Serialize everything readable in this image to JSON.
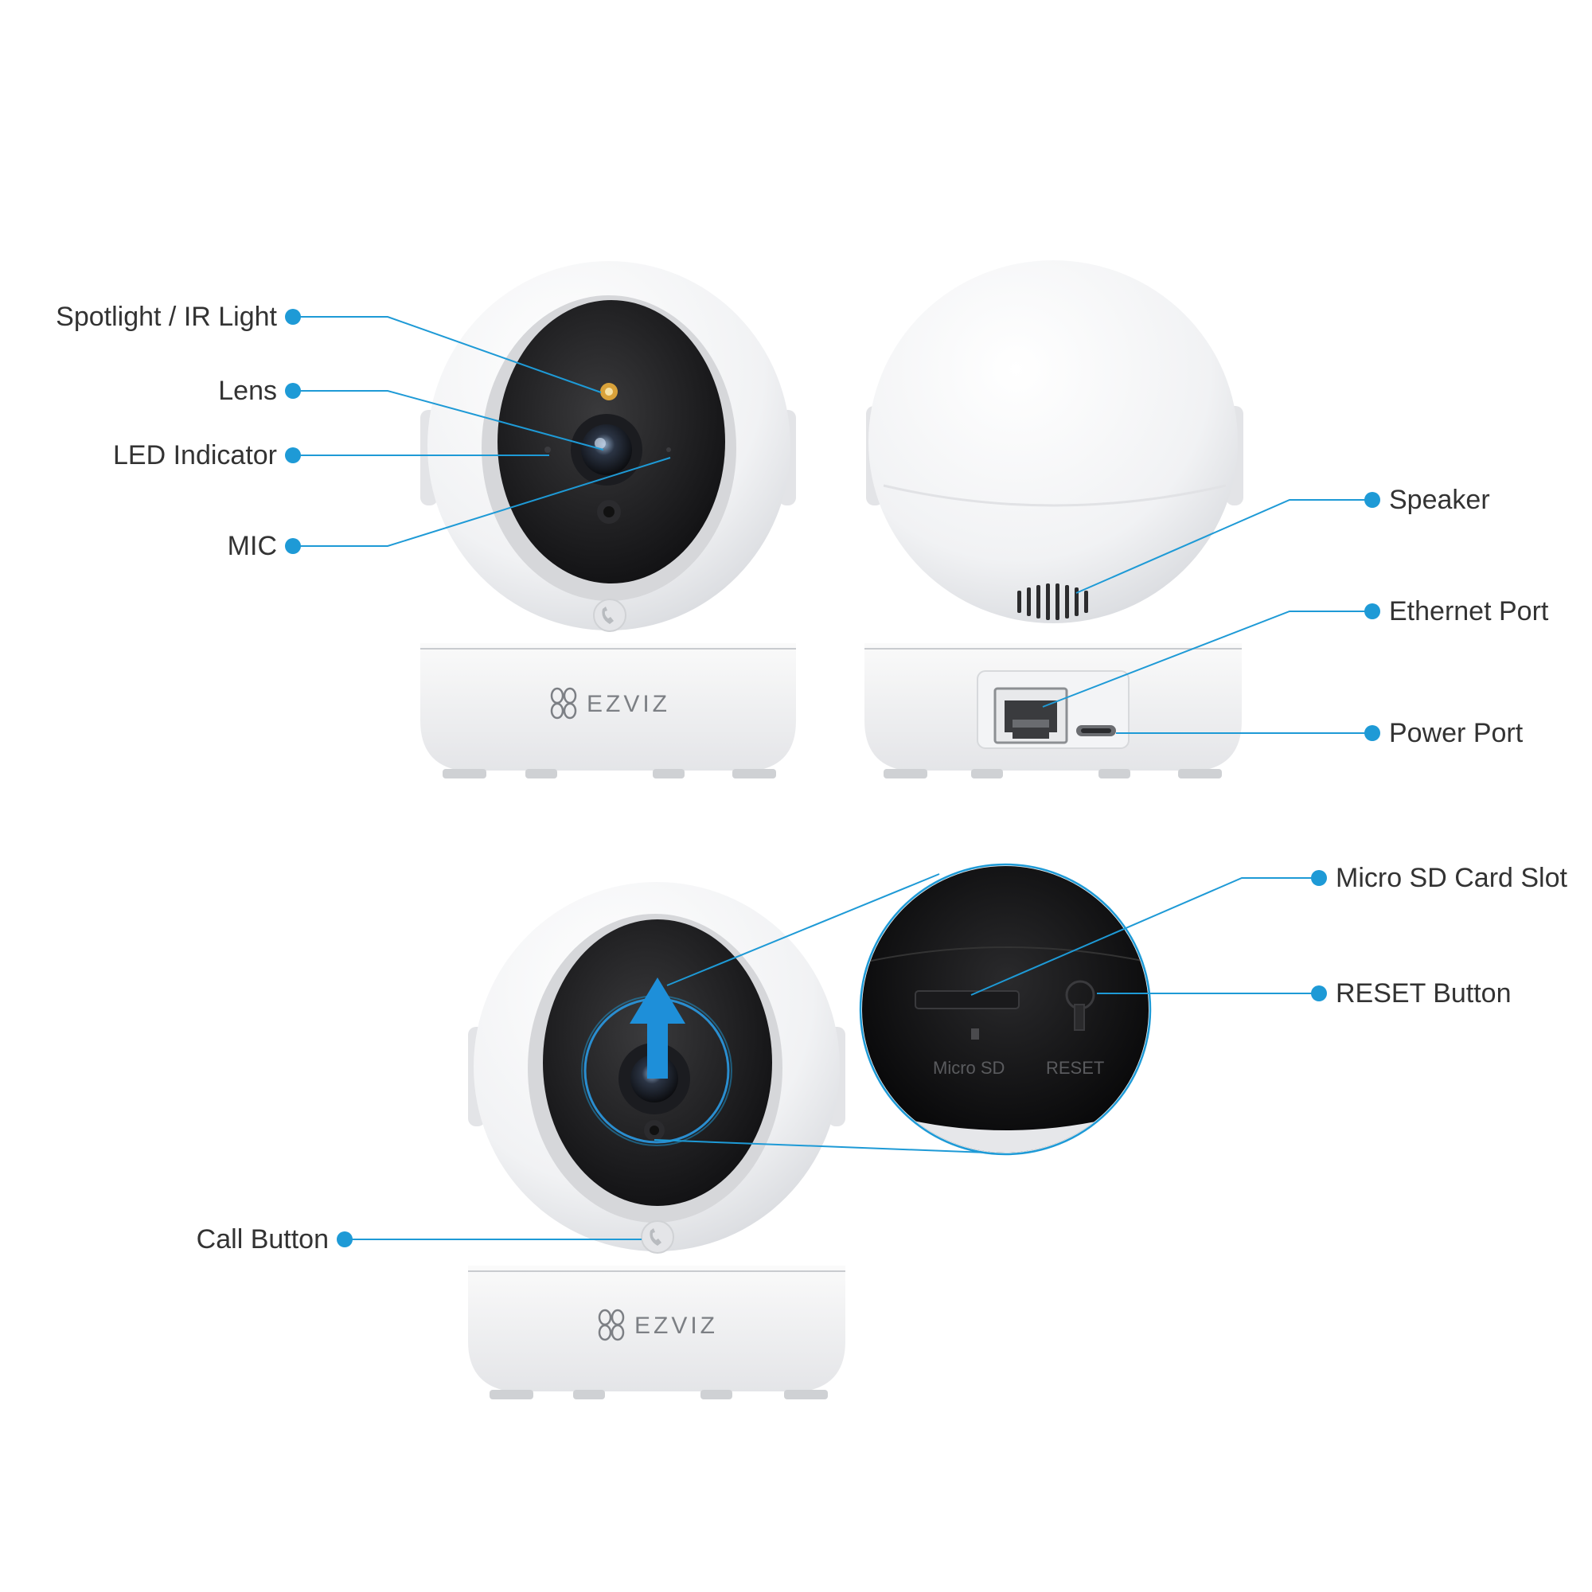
{
  "accent_color": "#1e9ad6",
  "brand": {
    "logo_text": "EZVIZ"
  },
  "callouts": {
    "spotlight": "Spotlight / IR Light",
    "lens": "Lens",
    "led": "LED Indicator",
    "mic": "MIC",
    "speaker": "Speaker",
    "ethernet": "Ethernet Port",
    "power": "Power Port",
    "microsd": "Micro SD Card Slot",
    "reset": "RESET Button",
    "call": "Call Button"
  },
  "zoom": {
    "microsd_label": "Micro SD",
    "reset_label": "RESET"
  }
}
